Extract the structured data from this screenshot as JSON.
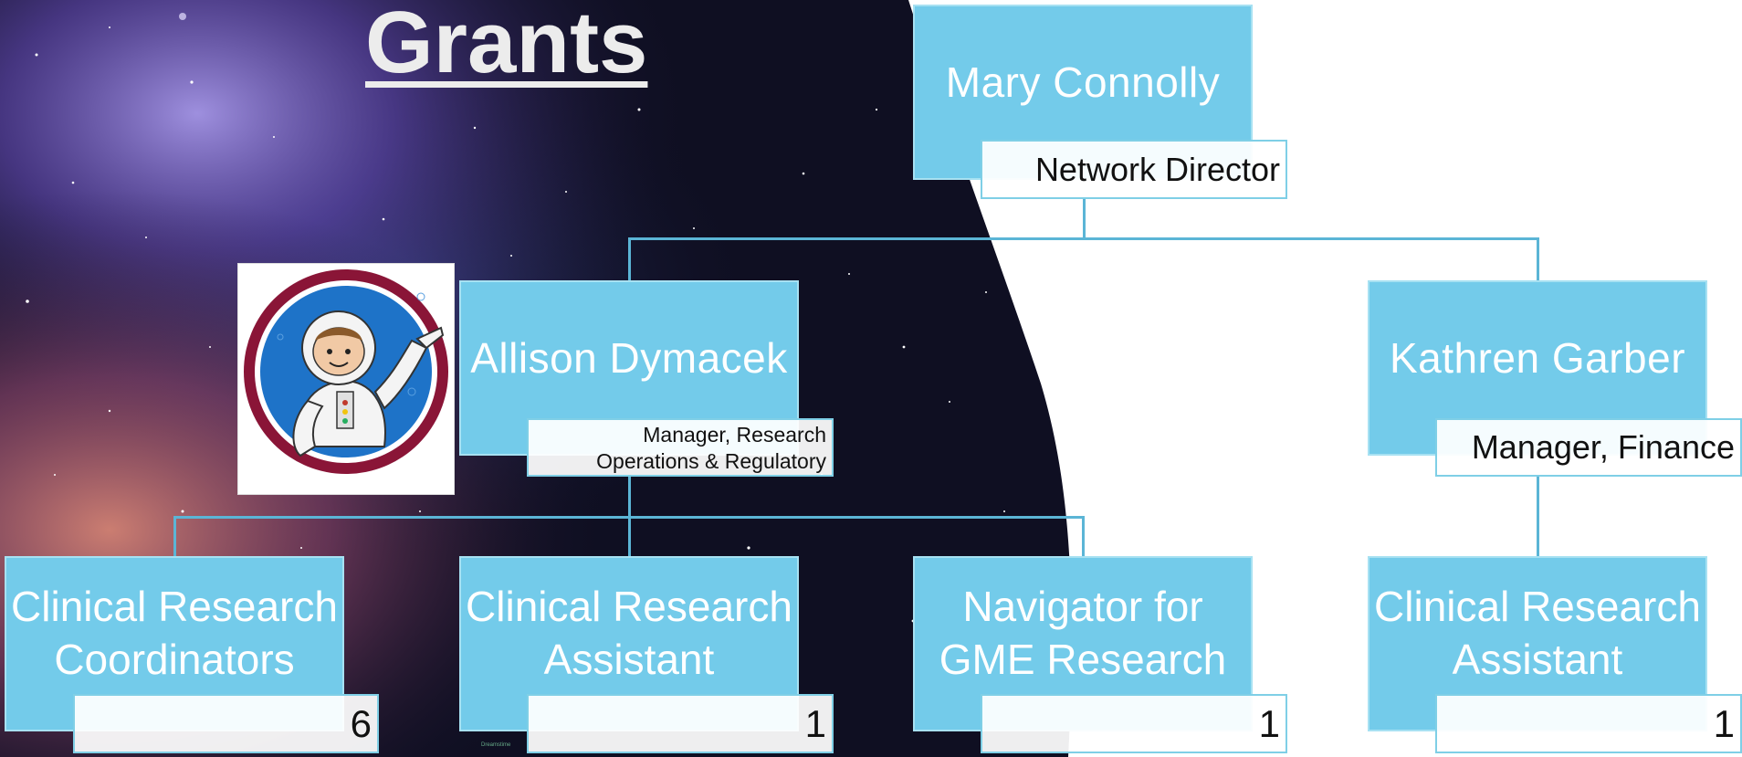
{
  "title": "Grants",
  "director": {
    "name": "Mary Connolly",
    "role": "Network Director"
  },
  "manager_left": {
    "name": "Allison Dymacek",
    "role_line1": "Manager, Research",
    "role_line2": "Operations & Regulatory"
  },
  "manager_right": {
    "name": "Kathren Garber",
    "role": "Manager, Finance"
  },
  "staff": [
    {
      "line1": "Clinical Research",
      "line2": "Coordinators",
      "count": "6"
    },
    {
      "line1": "Clinical Research",
      "line2": "Assistant",
      "count": "1"
    },
    {
      "line1": "Navigator for",
      "line2": "GME Research",
      "count": "1"
    },
    {
      "line1": "Clinical Research",
      "line2": "Assistant",
      "count": "1"
    }
  ],
  "logo": {
    "icon": "astronaut-icon",
    "watermark": "Dreamstime"
  },
  "colors": {
    "box": "#73cbea",
    "connector": "#5bb5d6",
    "title": "#ececec"
  }
}
